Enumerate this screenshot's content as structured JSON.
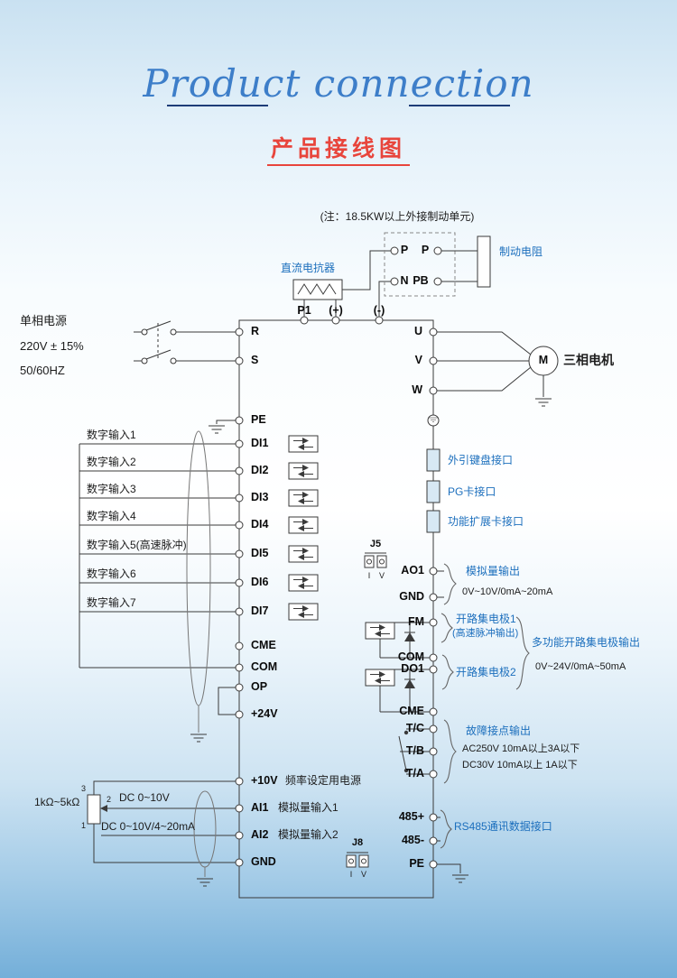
{
  "header": {
    "script_title": "Product connection",
    "title": "产品接线图"
  },
  "top": {
    "note": "(注：18.5KW以上外接制动单元)",
    "dc_reactor": "直流电抗器",
    "brake_resistor": "制动电阻",
    "p1": "P1",
    "plus": "(+)",
    "minus": "(-)",
    "bu_p1": "P",
    "bu_p2": "P",
    "bu_n": "N",
    "bu_pb": "PB"
  },
  "power": {
    "l1": "单相电源",
    "l2": "220V ± 15%",
    "l3": "50/60HZ"
  },
  "motor": {
    "m": "M",
    "label": "三相电机"
  },
  "left": {
    "r": "R",
    "s": "S",
    "pe": "PE",
    "di": [
      "DI1",
      "DI2",
      "DI3",
      "DI4",
      "DI5",
      "DI6",
      "DI7"
    ],
    "cme": "CME",
    "com": "COM",
    "op": "OP",
    "v24": "+24V",
    "v10": "+10V",
    "v10_desc": "频率设定用电源",
    "ai1": "AI1",
    "ai1_desc": "模拟量输入1",
    "ai2": "AI2",
    "ai2_desc": "模拟量输入2",
    "gnd": "GND"
  },
  "inputs": {
    "digital": [
      "数字输入1",
      "数字输入2",
      "数字输入3",
      "数字输入4",
      "数字输入5(高速脉冲)",
      "数字输入6",
      "数字输入7"
    ],
    "pot": "1kΩ~5kΩ",
    "pin3": "3",
    "pin2": "2",
    "pin1": "1",
    "ai1_range": "DC 0~10V",
    "ai2_range": "DC 0~10V/4~20mA"
  },
  "right": {
    "u": "U",
    "v": "V",
    "w": "W",
    "ao1": "AO1",
    "gnd": "GND",
    "fm": "FM",
    "com": "COM",
    "do1": "DO1",
    "cme": "CME",
    "tc": "T/C",
    "tb": "T/B",
    "ta": "T/A",
    "rs485p": "485+",
    "rs485n": "485-",
    "pe": "PE"
  },
  "ann": {
    "keyboard": "外引键盘接口",
    "pg_card": "PG卡接口",
    "expansion": "功能扩展卡接口",
    "j5": "J5",
    "j8": "J8",
    "pin_i": "I",
    "pin_v": "V",
    "analog_out": "模拟量输出",
    "analog_out_range": "0V~10V/0mA~20mA",
    "oc1": "开路集电极1",
    "oc1_sub": "(高速脉冲输出)",
    "oc2": "开路集电极2",
    "multi_oc": "多功能开路集电极输出",
    "multi_oc_range": "0V~24V/0mA~50mA",
    "fault": "故障接点输出",
    "fault_ac": "AC250V 10mA以上3A以下",
    "fault_dc": "DC30V 10mA以上 1A以下",
    "rs485": "RS485通讯数据接口"
  }
}
